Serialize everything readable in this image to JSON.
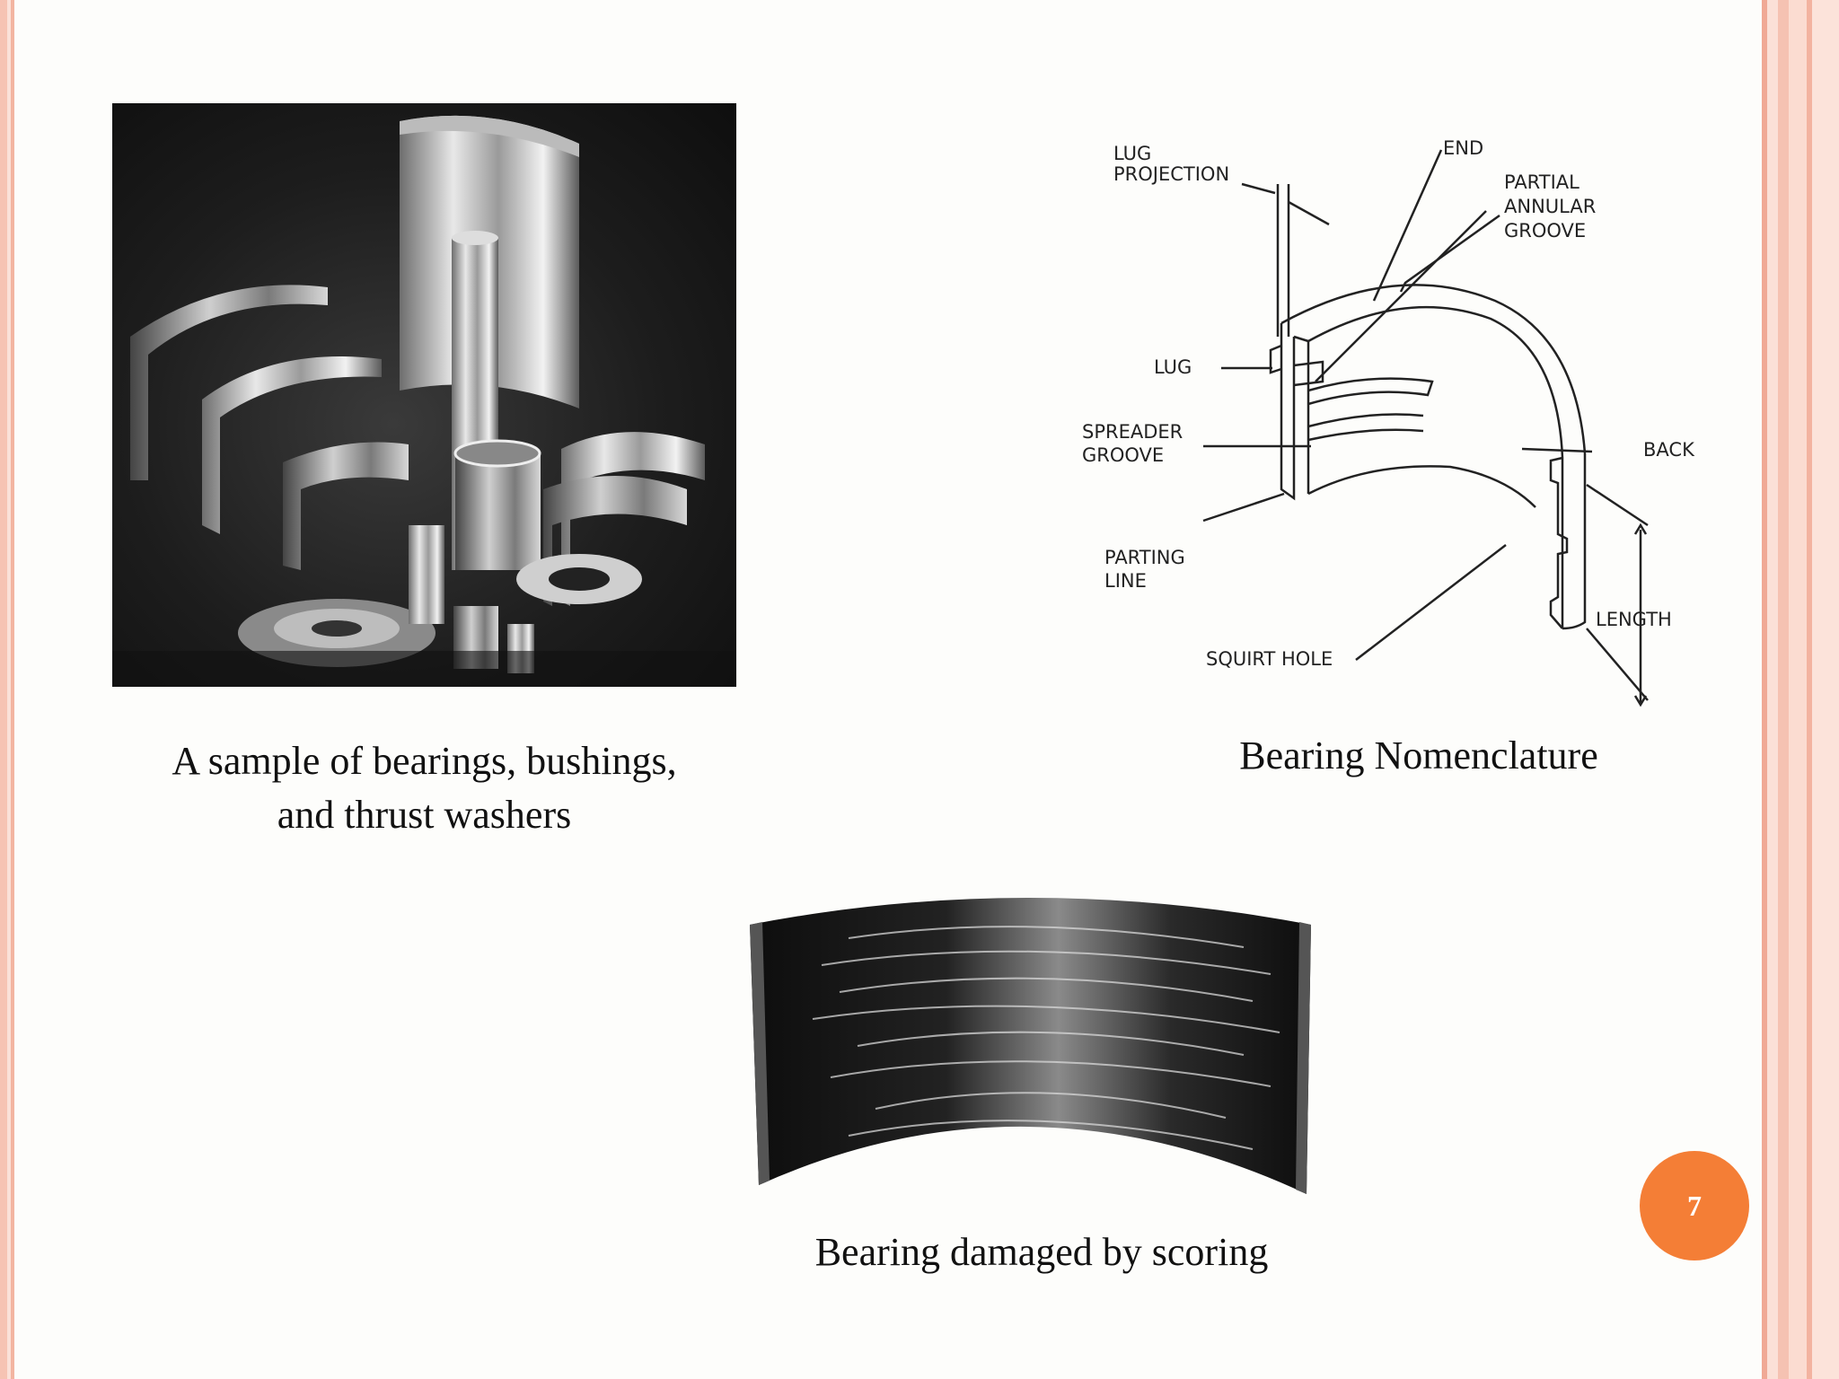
{
  "slide": {
    "page_number": "7",
    "accent_color": "#f47e36"
  },
  "photo_caption": {
    "line1": "A sample of bearings, bushings,",
    "line2": "and thrust washers"
  },
  "diagram": {
    "caption": "Bearing Nomenclature",
    "labels": {
      "lug_projection_1": "LUG",
      "lug_projection_2": "PROJECTION",
      "end": "END",
      "partial_1": "PARTIAL",
      "partial_2": "ANNULAR",
      "partial_3": "GROOVE",
      "lug": "LUG",
      "spreader_1": "SPREADER",
      "spreader_2": "GROOVE",
      "back": "BACK",
      "parting_1": "PARTING",
      "parting_2": "LINE",
      "length": "LENGTH",
      "squirt_hole": "SQUIRT HOLE"
    }
  },
  "scored_caption": "Bearing damaged by scoring"
}
